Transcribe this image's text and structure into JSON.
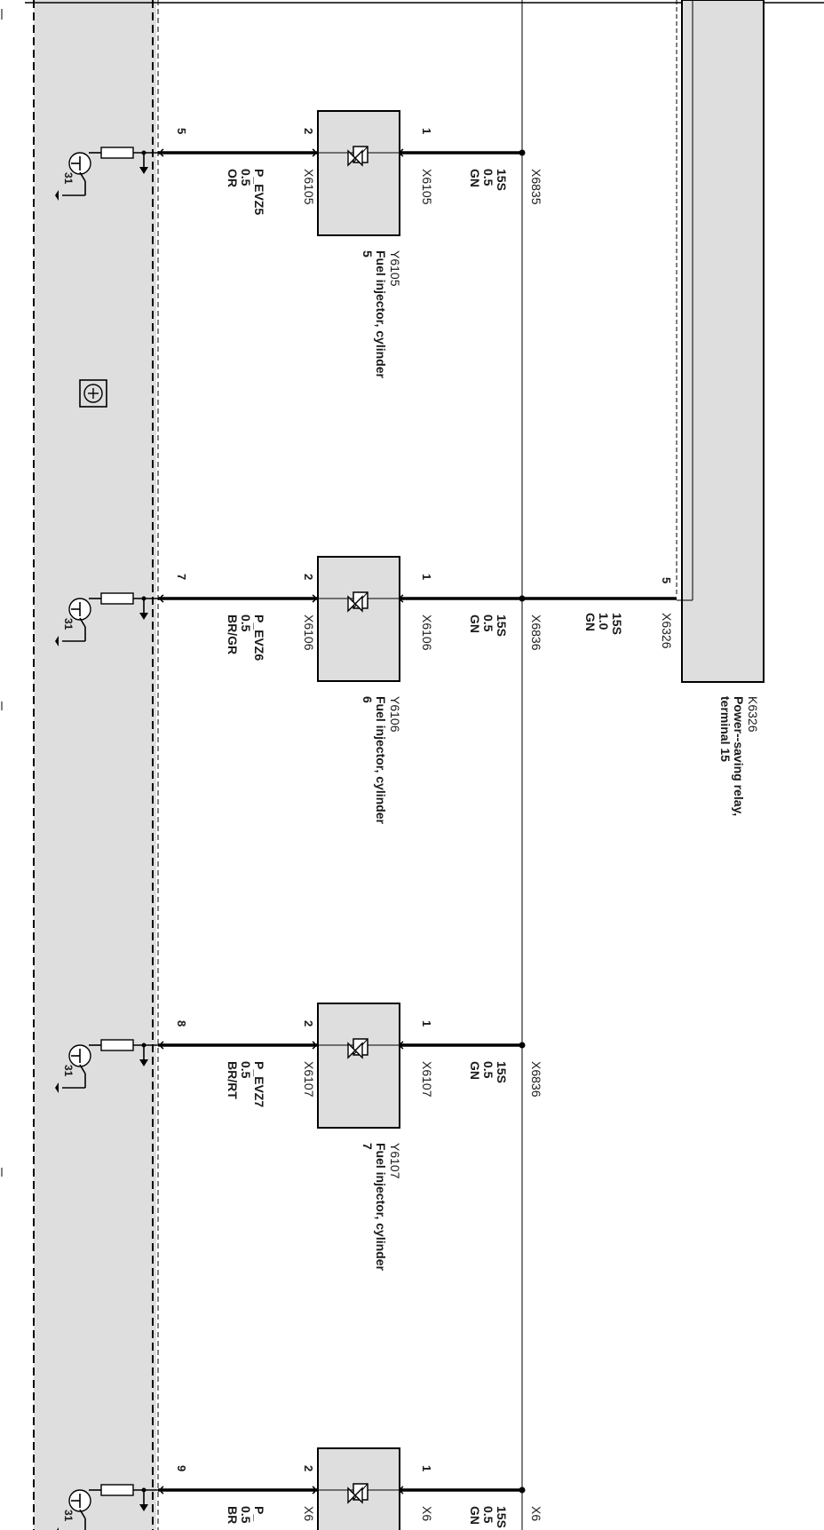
{
  "relay": {
    "id": "K6326",
    "desc1": "Power--saving relay,",
    "desc2": "terminal 15",
    "pin": "5",
    "connector": "X6326",
    "wire_terminal": "15S",
    "wire_size": "1.0",
    "wire_color": "GN"
  },
  "injectors": [
    {
      "id": "Y6105",
      "desc": "Fuel injector, cylinder",
      "num": "5",
      "pin_plus": "1",
      "pin_minus": "2",
      "conn": "X6105",
      "feed_terminal": "15S",
      "feed_size": "0.5",
      "feed_color": "GN",
      "splice": "X6835",
      "signal": "P_EVZ5",
      "sig_size": "0.5",
      "sig_color": "OR",
      "ecu_pin": "5",
      "gnd": "31"
    },
    {
      "id": "Y6106",
      "desc": "Fuel injector, cylinder",
      "num": "6",
      "pin_plus": "1",
      "pin_minus": "2",
      "conn": "X6106",
      "feed_terminal": "15S",
      "feed_size": "0.5",
      "feed_color": "GN",
      "splice": "X6836",
      "signal": "P_EVZ6",
      "sig_size": "0.5",
      "sig_color": "BR/GR",
      "ecu_pin": "7",
      "gnd": "31"
    },
    {
      "id": "Y6107",
      "desc": "Fuel injector, cylinder",
      "num": "7",
      "pin_plus": "1",
      "pin_minus": "2",
      "conn": "X6107",
      "feed_terminal": "15S",
      "feed_size": "0.5",
      "feed_color": "GN",
      "splice": "X6836",
      "signal": "P_EVZ7",
      "sig_size": "0.5",
      "sig_color": "BR/RT",
      "ecu_pin": "8",
      "gnd": "31"
    },
    {
      "id": "",
      "desc": "",
      "num": "",
      "pin_plus": "1",
      "pin_minus": "2",
      "conn": "X6",
      "feed_terminal": "15S",
      "feed_size": "0.5",
      "feed_color": "GN",
      "splice": "X6",
      "signal": "P_",
      "sig_size": "0.5",
      "sig_color": "BR",
      "ecu_pin": "9",
      "gnd": "31"
    }
  ],
  "colors": {
    "module_fill": "#dedede",
    "line": "#000000"
  }
}
